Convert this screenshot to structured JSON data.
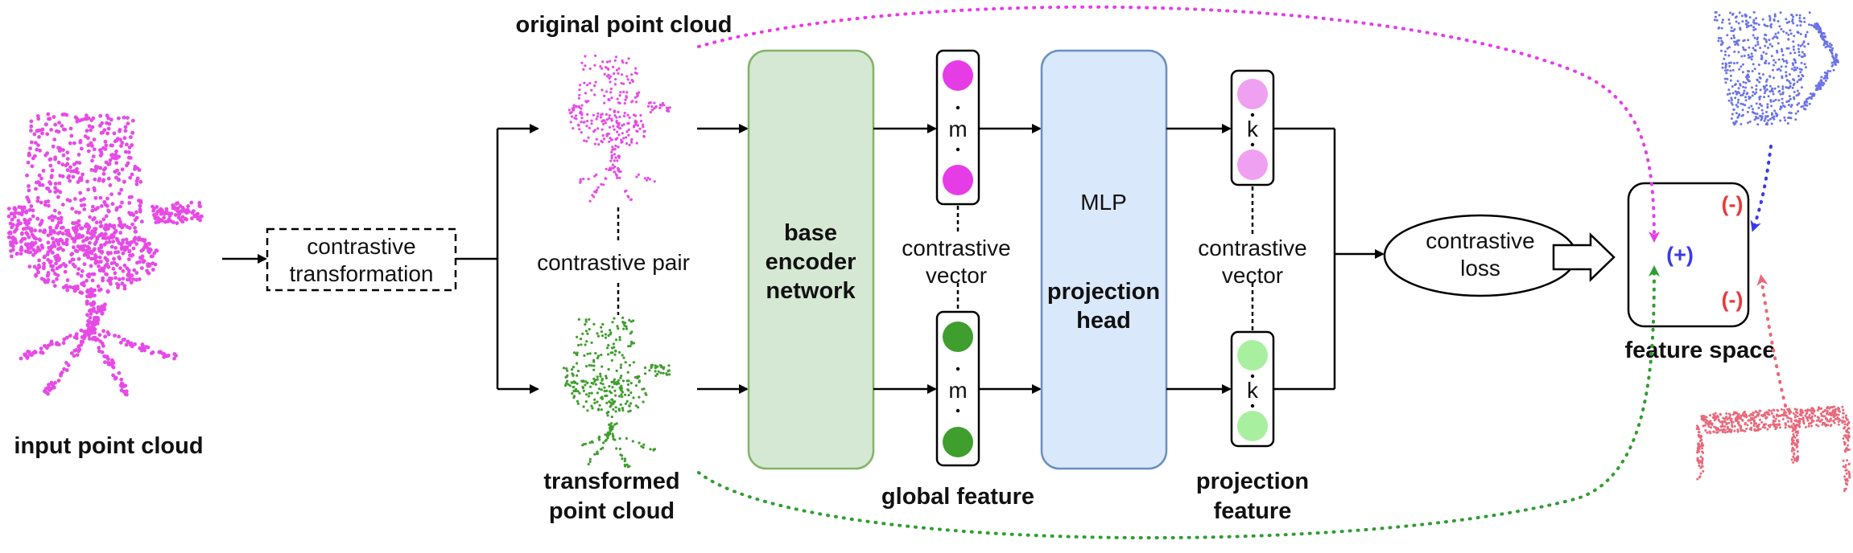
{
  "labels": {
    "input_point_cloud": "input point cloud",
    "contrastive_transformation_line1": "contrastive",
    "contrastive_transformation_line2": "transformation",
    "original_point_cloud": "original point cloud",
    "contrastive_pair": "contrastive pair",
    "transformed_line1": "transformed",
    "transformed_line2": "point cloud",
    "base_encoder_line1": "base",
    "base_encoder_line2": "encoder",
    "base_encoder_line3": "network",
    "contrastive_vector1_line1": "contrastive",
    "contrastive_vector1_line2": "vector",
    "m_top": "m",
    "m_bottom": "m",
    "global_feature": "global feature",
    "mlp": "MLP",
    "projection_head_line1": "projection",
    "projection_head_line2": "head",
    "contrastive_vector2_line1": "contrastive",
    "contrastive_vector2_line2": "vector",
    "k_top": "k",
    "k_bottom": "k",
    "projection_feature_line1": "projection",
    "projection_feature_line2": "feature",
    "contrastive_loss_line1": "contrastive",
    "contrastive_loss_line2": "loss",
    "feature_space": "feature space",
    "plus": "(+)",
    "minus_top": "(-)",
    "minus_bottom": "(-)"
  },
  "colors": {
    "original_cloud": "#e64be6",
    "transformed_cloud": "#3f9e2d",
    "mug_cloud": "#6b73e8",
    "table_cloud": "#e8687a",
    "encoder_fill": "#d5e8d4",
    "encoder_stroke": "#82b366",
    "projection_fill": "#dae8fc",
    "projection_stroke": "#6c8ebf",
    "m_circle_top": "#e63ce6",
    "m_circle_bottom": "#3f9e2d",
    "k_circle_top": "#f0a0f0",
    "k_circle_bottom": "#a8f0a0",
    "plus": "#3a3ae8",
    "minus": "#e83a3a",
    "green_dots": "#2e9e2e",
    "magenta_dots": "#e63ce6"
  }
}
